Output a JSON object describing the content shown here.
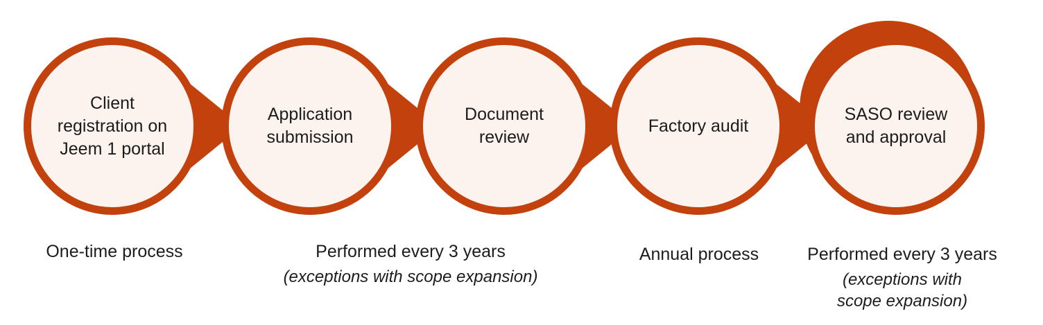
{
  "colors": {
    "accent": "#C2410C",
    "circle_fill": "#FCF3EE",
    "text": "#1C1C1C"
  },
  "steps": [
    {
      "label": "Client registration on Jeem 1 portal"
    },
    {
      "label": "Application submission"
    },
    {
      "label": "Document review"
    },
    {
      "label": "Factory audit"
    },
    {
      "label": "SASO review and approval"
    }
  ],
  "captions": [
    {
      "text": "One-time process",
      "note": ""
    },
    {
      "text": "Performed every 3 years",
      "note": "(exceptions with scope expansion)"
    },
    {
      "text": "Annual process",
      "note": ""
    },
    {
      "text": "Performed every 3 years",
      "note": "(exceptions with scope expansion)"
    }
  ]
}
